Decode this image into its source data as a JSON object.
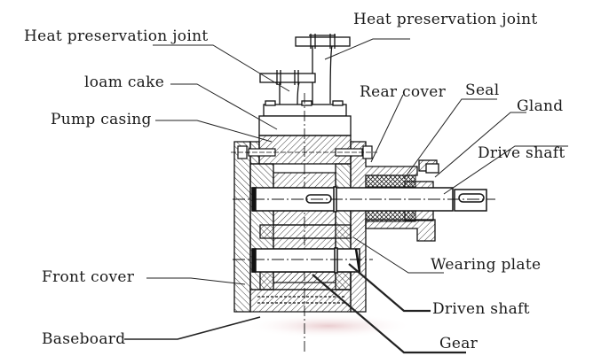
{
  "diagram": {
    "title": "Gear pump cross-section",
    "labels": {
      "heat_joint_left": "Heat preservation joint",
      "heat_joint_right": "Heat preservation joint",
      "loam_cake": "loam cake",
      "pump_casing": "Pump casing",
      "rear_cover": "Rear cover",
      "seal": "Seal",
      "gland": "Gland",
      "drive_shaft": "Drive shaft",
      "wearing_plate": "Wearing plate",
      "front_cover": "Front cover",
      "driven_shaft": "Driven shaft",
      "baseboard": "Baseboard",
      "gear": "Gear"
    }
  }
}
